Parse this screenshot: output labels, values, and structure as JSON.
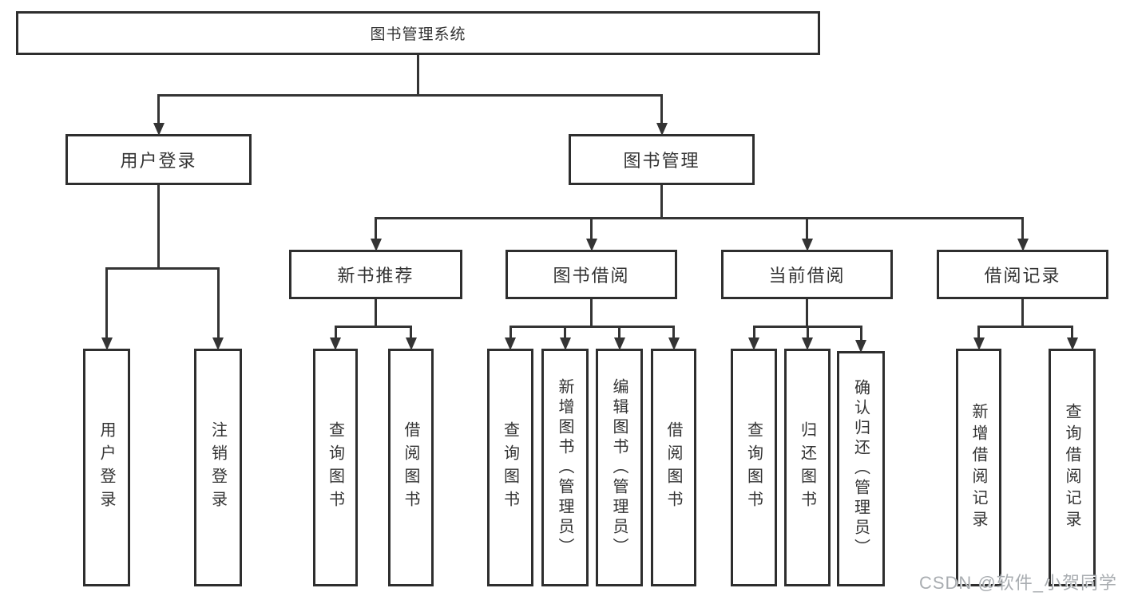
{
  "diagram_title": "图书管理系统",
  "tree": {
    "label": "图书管理系统",
    "name": "node-library-management-system",
    "children": [
      {
        "label": "用户登录",
        "name": "node-user-login-module",
        "children": [
          {
            "label": "用户登录",
            "name": "node-user-login"
          },
          {
            "label": "注销登录",
            "name": "node-logout"
          }
        ]
      },
      {
        "label": "图书管理",
        "name": "node-book-management",
        "children": [
          {
            "label": "新书推荐",
            "name": "node-new-book-recommendation",
            "children": [
              {
                "label": "查询图书",
                "name": "node-search-books"
              },
              {
                "label": "借阅图书",
                "name": "node-borrow-books"
              }
            ]
          },
          {
            "label": "图书借阅",
            "name": "node-book-borrowing",
            "children": [
              {
                "label": "查询图书",
                "name": "node-search-books"
              },
              {
                "label": "新增图书（管理员）",
                "name": "node-add-book-admin"
              },
              {
                "label": "编辑图书（管理员）",
                "name": "node-edit-book-admin"
              },
              {
                "label": "借阅图书",
                "name": "node-borrow-books"
              }
            ]
          },
          {
            "label": "当前借阅",
            "name": "node-current-borrowing",
            "children": [
              {
                "label": "查询图书",
                "name": "node-search-books"
              },
              {
                "label": "归还图书",
                "name": "node-return-books"
              },
              {
                "label": "确认归还（管理员）",
                "name": "node-confirm-return-admin"
              }
            ]
          },
          {
            "label": "借阅记录",
            "name": "node-borrowing-records",
            "children": [
              {
                "label": "新增借阅记录",
                "name": "node-add-borrow-record"
              },
              {
                "label": "查询借阅记录",
                "name": "node-search-borrow-record"
              }
            ]
          }
        ]
      }
    ]
  },
  "watermark": "CSDN @软件_小贺同学",
  "colors": {
    "line": "#343434",
    "box_border": "#2e2e2e",
    "text": "#333333",
    "background": "#ffffff",
    "watermark": "#a9adb1"
  }
}
